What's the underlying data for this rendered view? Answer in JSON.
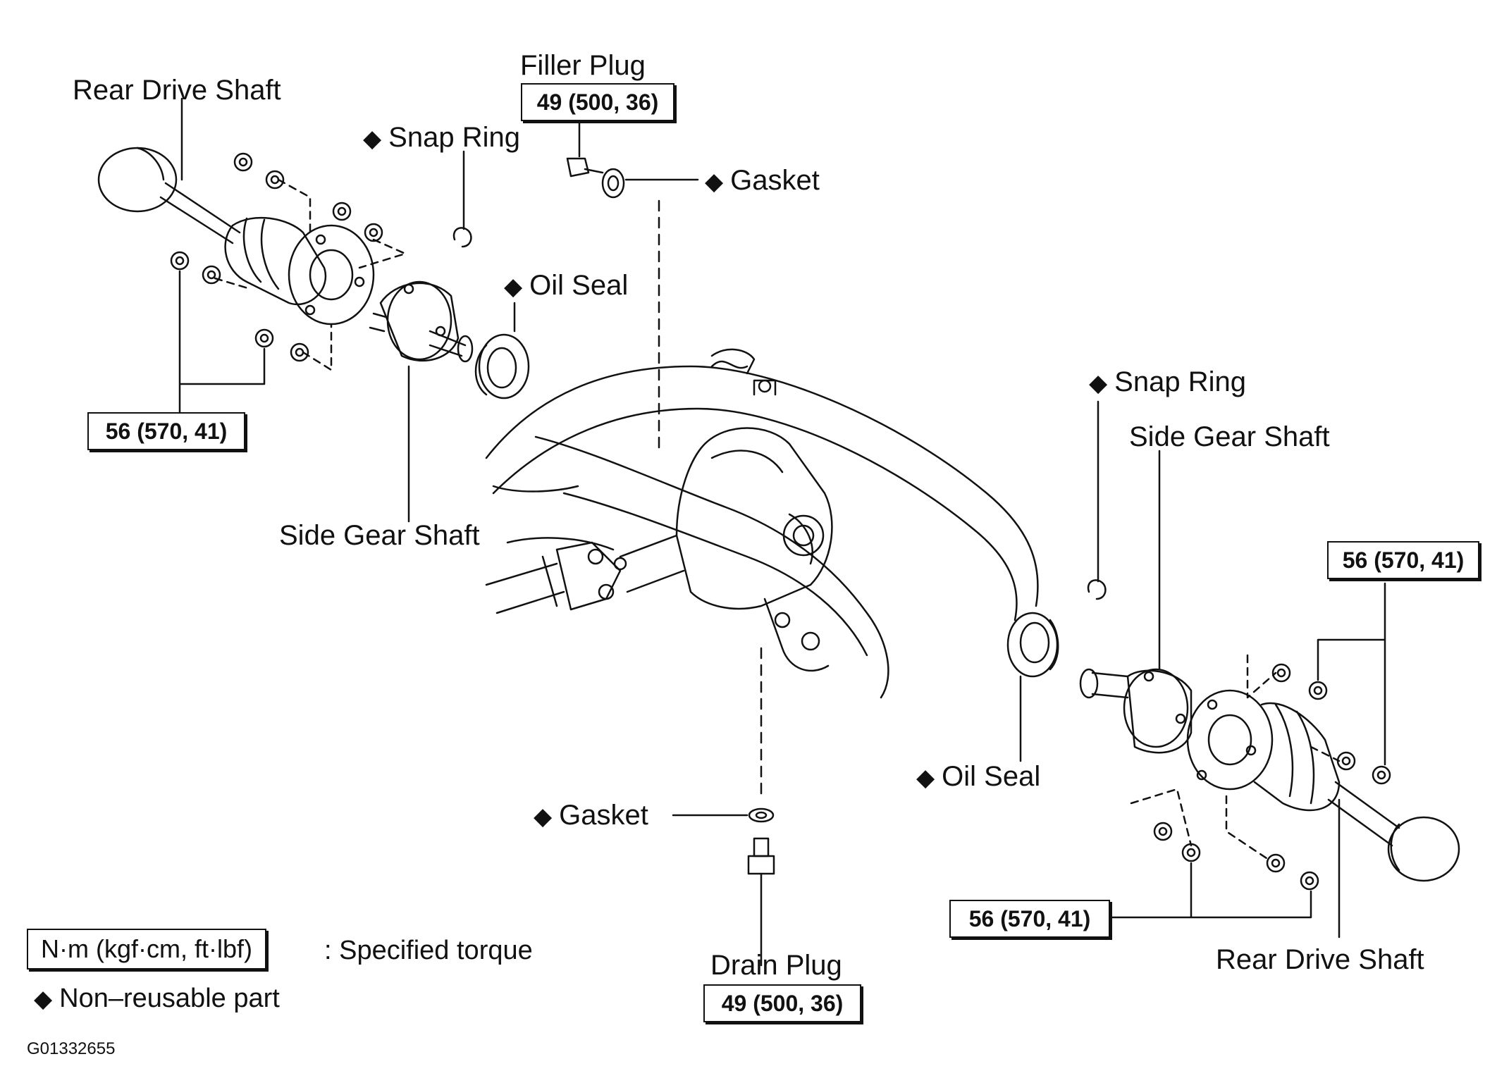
{
  "labels": {
    "rear_drive_shaft_left": "Rear Drive Shaft",
    "snap_ring_left": "Snap Ring",
    "filler_plug": "Filler Plug",
    "gasket_top": "Gasket",
    "oil_seal_left": "Oil Seal",
    "side_gear_shaft_left": "Side Gear Shaft",
    "snap_ring_right": "Snap Ring",
    "side_gear_shaft_right": "Side Gear Shaft",
    "oil_seal_right": "Oil Seal",
    "gasket_bottom": "Gasket",
    "drain_plug": "Drain Plug",
    "rear_drive_shaft_right": "Rear Drive Shaft"
  },
  "torque": {
    "filler_plug": "49 (500, 36)",
    "left_flange": "56 (570, 41)",
    "right_flange_top": "56 (570, 41)",
    "right_flange_bottom": "56 (570, 41)",
    "drain_plug": "49 (500, 36)"
  },
  "symbols": {
    "non_reusable": "◆"
  },
  "legend": {
    "torque_unit": "N·m (kgf·cm, ft·lbf)",
    "torque_desc": ": Specified torque",
    "non_reusable_desc": "Non–reusable part"
  },
  "figure_id": "G01332655"
}
